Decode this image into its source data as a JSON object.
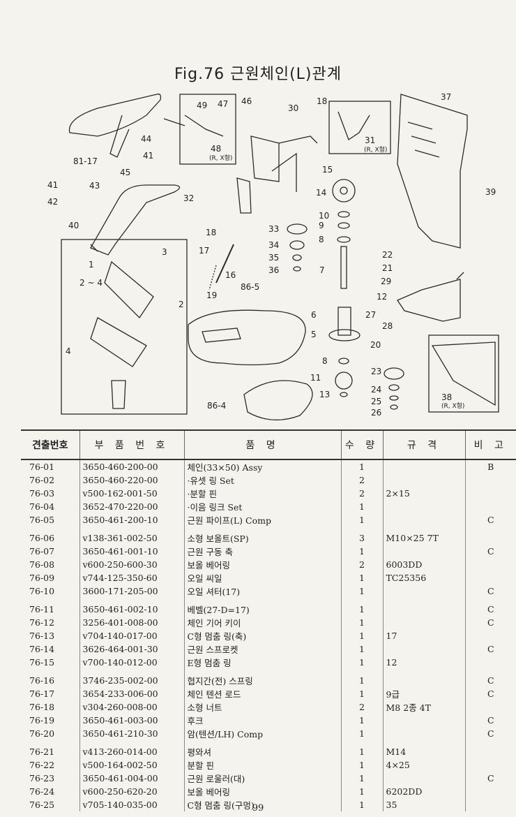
{
  "title": "Fig.76 근원체인(L)관계",
  "callouts": {
    "c49": "49",
    "c47": "47",
    "c46": "46",
    "c30": "30",
    "c18a": "18",
    "c37": "37",
    "c44": "44",
    "c8117": "81-17",
    "c45": "45",
    "c41a": "41",
    "c48": "48",
    "c48n": "(R, X형)",
    "c31": "31",
    "c31n": "(R, X형)",
    "c15": "15",
    "c14": "14",
    "c39": "39",
    "c41b": "41",
    "c42": "42",
    "c43": "43",
    "c32": "32",
    "c40": "40",
    "c10": "10",
    "c9a": "9",
    "c8a": "8",
    "c33": "33",
    "c34": "34",
    "c35": "35",
    "c36": "36",
    "c18b": "18",
    "c17": "17",
    "c16": "16",
    "c865": "86-5",
    "c19": "19",
    "c7": "7",
    "c3": "3",
    "c1": "1",
    "c24": "2 ~ 4",
    "c2": "2",
    "c4": "4",
    "c22": "22",
    "c21": "21",
    "c29": "29",
    "c12": "12",
    "c27": "27",
    "c28": "28",
    "c6": "6",
    "c5": "5",
    "c20": "20",
    "c8b": "8",
    "c23": "23",
    "c11": "11",
    "c24b": "24",
    "c25": "25",
    "c26": "26",
    "c13": "13",
    "c38": "38",
    "c38n": "(R, X형)",
    "c864": "86-4"
  },
  "table": {
    "headers": [
      "견출번호",
      "부 품 번 호",
      "품 명",
      "수 량",
      "규 격",
      "비 고"
    ],
    "rows": [
      {
        "no": "76-01",
        "part": "3650-460-200-00",
        "name": "체인(33×50) Assy",
        "qty": "1",
        "spec": "",
        "note": "B"
      },
      {
        "no": "76-02",
        "part": "3650-460-220-00",
        "name": "·유셋 링 Set",
        "qty": "2",
        "spec": "",
        "note": ""
      },
      {
        "no": "76-03",
        "part": "v500-162-001-50",
        "name": "·분할 핀",
        "qty": "2",
        "spec": "2×15",
        "note": ""
      },
      {
        "no": "76-04",
        "part": "3652-470-220-00",
        "name": "·이음 링크 Set",
        "qty": "1",
        "spec": "",
        "note": ""
      },
      {
        "no": "76-05",
        "part": "3650-461-200-10",
        "name": "근원 파이프(L) Comp",
        "qty": "1",
        "spec": "",
        "note": "C"
      },
      {
        "no": "76-06",
        "part": "v138-361-002-50",
        "name": "소형 보올트(SP)",
        "qty": "3",
        "spec": "M10×25 7T",
        "note": ""
      },
      {
        "no": "76-07",
        "part": "3650-461-001-10",
        "name": "근원 구동 축",
        "qty": "1",
        "spec": "",
        "note": "C"
      },
      {
        "no": "76-08",
        "part": "v600-250-600-30",
        "name": "보올 베어링",
        "qty": "2",
        "spec": "6003DD",
        "note": ""
      },
      {
        "no": "76-09",
        "part": "v744-125-350-60",
        "name": "오일 씨일",
        "qty": "1",
        "spec": "TC25356",
        "note": ""
      },
      {
        "no": "76-10",
        "part": "3600-171-205-00",
        "name": "오일 셔터(17)",
        "qty": "1",
        "spec": "",
        "note": "C"
      },
      {
        "no": "76-11",
        "part": "3650-461-002-10",
        "name": "베벨(27-D=17)",
        "qty": "1",
        "spec": "",
        "note": "C"
      },
      {
        "no": "76-12",
        "part": "3256-401-008-00",
        "name": "체인 기어 키이",
        "qty": "1",
        "spec": "",
        "note": "C"
      },
      {
        "no": "76-13",
        "part": "v704-140-017-00",
        "name": "C형 멈춤 링(축)",
        "qty": "1",
        "spec": "17",
        "note": ""
      },
      {
        "no": "76-14",
        "part": "3626-464-001-30",
        "name": "근원 스프로켓",
        "qty": "1",
        "spec": "",
        "note": "C"
      },
      {
        "no": "76-15",
        "part": "v700-140-012-00",
        "name": "E형 멈춤 링",
        "qty": "1",
        "spec": "12",
        "note": ""
      },
      {
        "no": "76-16",
        "part": "3746-235-002-00",
        "name": "협지간(전) 스프링",
        "qty": "1",
        "spec": "",
        "note": "C"
      },
      {
        "no": "76-17",
        "part": "3654-233-006-00",
        "name": "체인 텐션 로드",
        "qty": "1",
        "spec": "9급",
        "note": "C"
      },
      {
        "no": "76-18",
        "part": "v304-260-008-00",
        "name": "소형 너트",
        "qty": "2",
        "spec": "M8 2종 4T",
        "note": ""
      },
      {
        "no": "76-19",
        "part": "3650-461-003-00",
        "name": "후크",
        "qty": "1",
        "spec": "",
        "note": "C"
      },
      {
        "no": "76-20",
        "part": "3650-461-210-30",
        "name": "암(텐션/LH) Comp",
        "qty": "1",
        "spec": "",
        "note": "C"
      },
      {
        "no": "76-21",
        "part": "v413-260-014-00",
        "name": "평와셔",
        "qty": "1",
        "spec": "M14",
        "note": ""
      },
      {
        "no": "76-22",
        "part": "v500-164-002-50",
        "name": "분할 핀",
        "qty": "1",
        "spec": "4×25",
        "note": ""
      },
      {
        "no": "76-23",
        "part": "3650-461-004-00",
        "name": "근원 로울러(대)",
        "qty": "1",
        "spec": "",
        "note": "C"
      },
      {
        "no": "76-24",
        "part": "v600-250-620-20",
        "name": "보올 베어링",
        "qty": "1",
        "spec": "6202DD",
        "note": ""
      },
      {
        "no": "76-25",
        "part": "v705-140-035-00",
        "name": "C형 멈춤 링(구멍)",
        "qty": "1",
        "spec": "35",
        "note": ""
      }
    ]
  },
  "page_number": "99"
}
